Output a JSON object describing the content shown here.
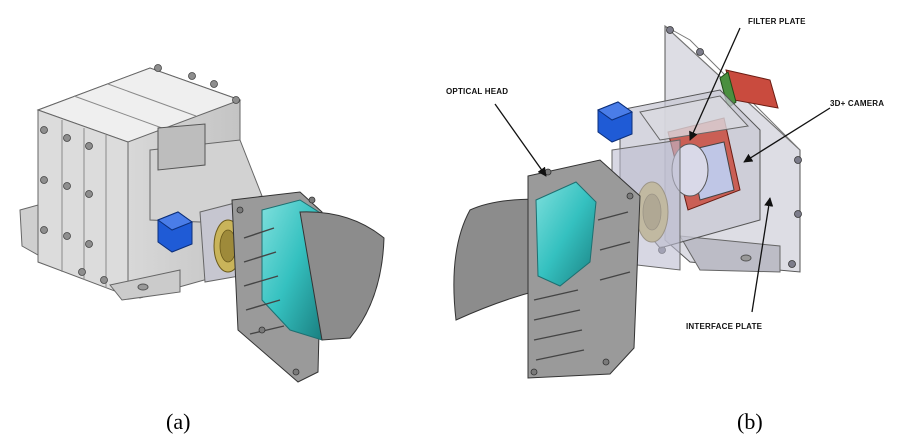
{
  "figure": {
    "panels": [
      {
        "id": "a",
        "caption": "(a)"
      },
      {
        "id": "b",
        "caption": "(b)"
      }
    ],
    "labels": {
      "optical_head": "OPTICAL HEAD",
      "filter_plate": "FILTER PLATE",
      "camera": "3D+ CAMERA",
      "interface_plate": "INTERFACE PLATE"
    },
    "colors": {
      "housing": "#d9d9d9",
      "housing_shadow": "#a8a8a8",
      "lens": "#35c1c0",
      "lens_dark": "#1e8f90",
      "connector": "#1f5bd6",
      "brass": "#c9b45a",
      "filter_red": "#c94b3e",
      "green_board": "#4a8f3f",
      "transparent_plate": "#cfcfd8"
    }
  }
}
